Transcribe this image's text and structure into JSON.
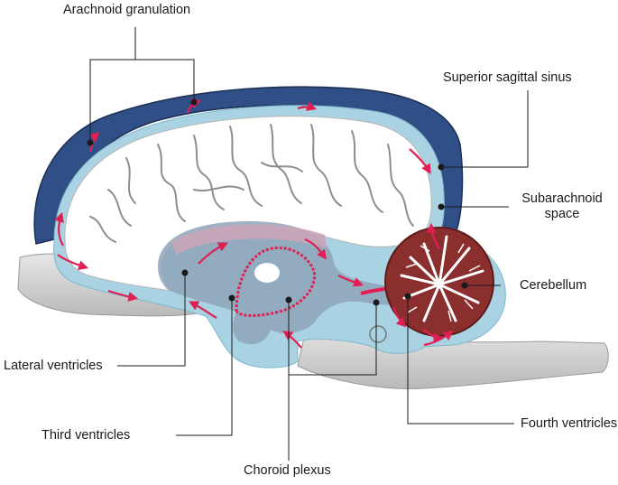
{
  "labels": {
    "arachnoid_granulation": "Arachnoid granulation",
    "superior_sagittal_sinus": "Superior sagittal sinus",
    "subarachnoid_space_line1": "Subarachnoid",
    "subarachnoid_space_line2": "space",
    "cerebellum": "Cerebellum",
    "lateral_ventricles": "Lateral ventricles",
    "third_ventricles": "Third ventricles",
    "fourth_ventricles": "Fourth ventricles",
    "choroid_plexus": "Choroid plexus"
  },
  "colors": {
    "sinus": "#2f4f86",
    "csf": "#a9d3e2",
    "brain": "#ffffff",
    "ventricle": "#8fa3b8",
    "ventricle_pink": "#c9a6b8",
    "flow_arrow": "#e01f53",
    "cerebellum": "#8b2e2e",
    "brainstem": "#d9d9d9",
    "leader_line": "#1a1a1a"
  }
}
